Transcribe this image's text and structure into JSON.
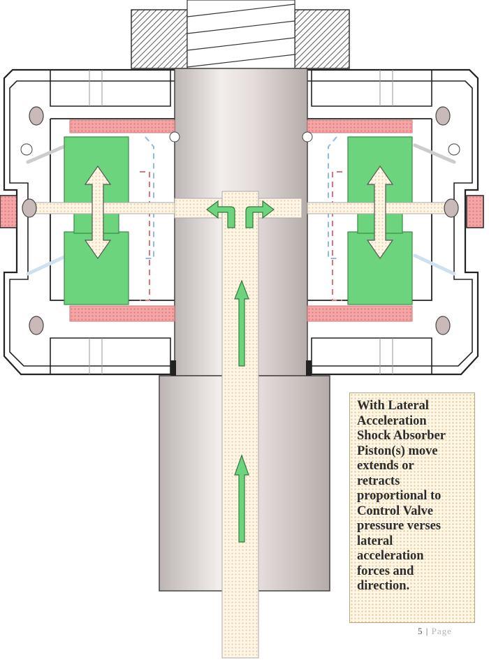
{
  "caption": {
    "text": "With Lateral\nAcceleration\nShock Absorber\nPiston(s) move\nextends or\nretracts\nproportional to\nControl Valve\npressure verses\nlateral\nacceleration\nforces and\ndirection."
  },
  "footer": {
    "page_number": "5",
    "separator": " | ",
    "page_word": "Page"
  },
  "colors": {
    "piston_green": "#6cd47c",
    "pad_pink": "#f2a0a0",
    "shaft_gray": "#d9d2d0",
    "pin_mauve": "#c9b9b9",
    "dashed_red": "#e07575",
    "dashed_blue": "#8fbbe8",
    "dotted_cream": "#fff6e6"
  }
}
